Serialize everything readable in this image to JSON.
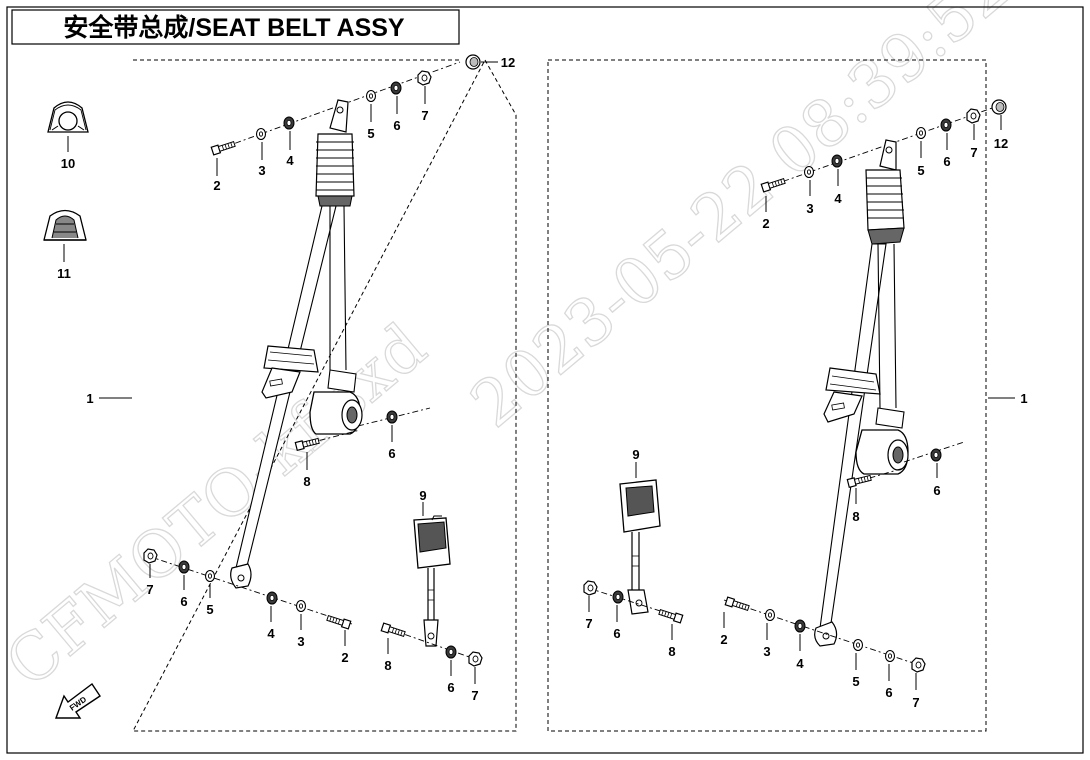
{
  "title": "安全带总成/SEAT BELT ASSY",
  "watermark": {
    "line1": "CFMOTO-kf-sxd",
    "line2": "2023-05-22 08:39:52"
  },
  "fwd_label": "FWD",
  "callouts": {
    "assy_left": "1",
    "assy_right": "1",
    "c2": "2",
    "c3": "3",
    "c4": "4",
    "c5": "5",
    "c6": "6",
    "c7": "7",
    "c8": "8",
    "c9": "9",
    "c10": "10",
    "c11": "11",
    "c12": "12"
  },
  "colors": {
    "line": "#000000",
    "watermark": "#d9d9d9",
    "part_fill": "#ffffff",
    "part_dark": "#4a4a4a"
  }
}
